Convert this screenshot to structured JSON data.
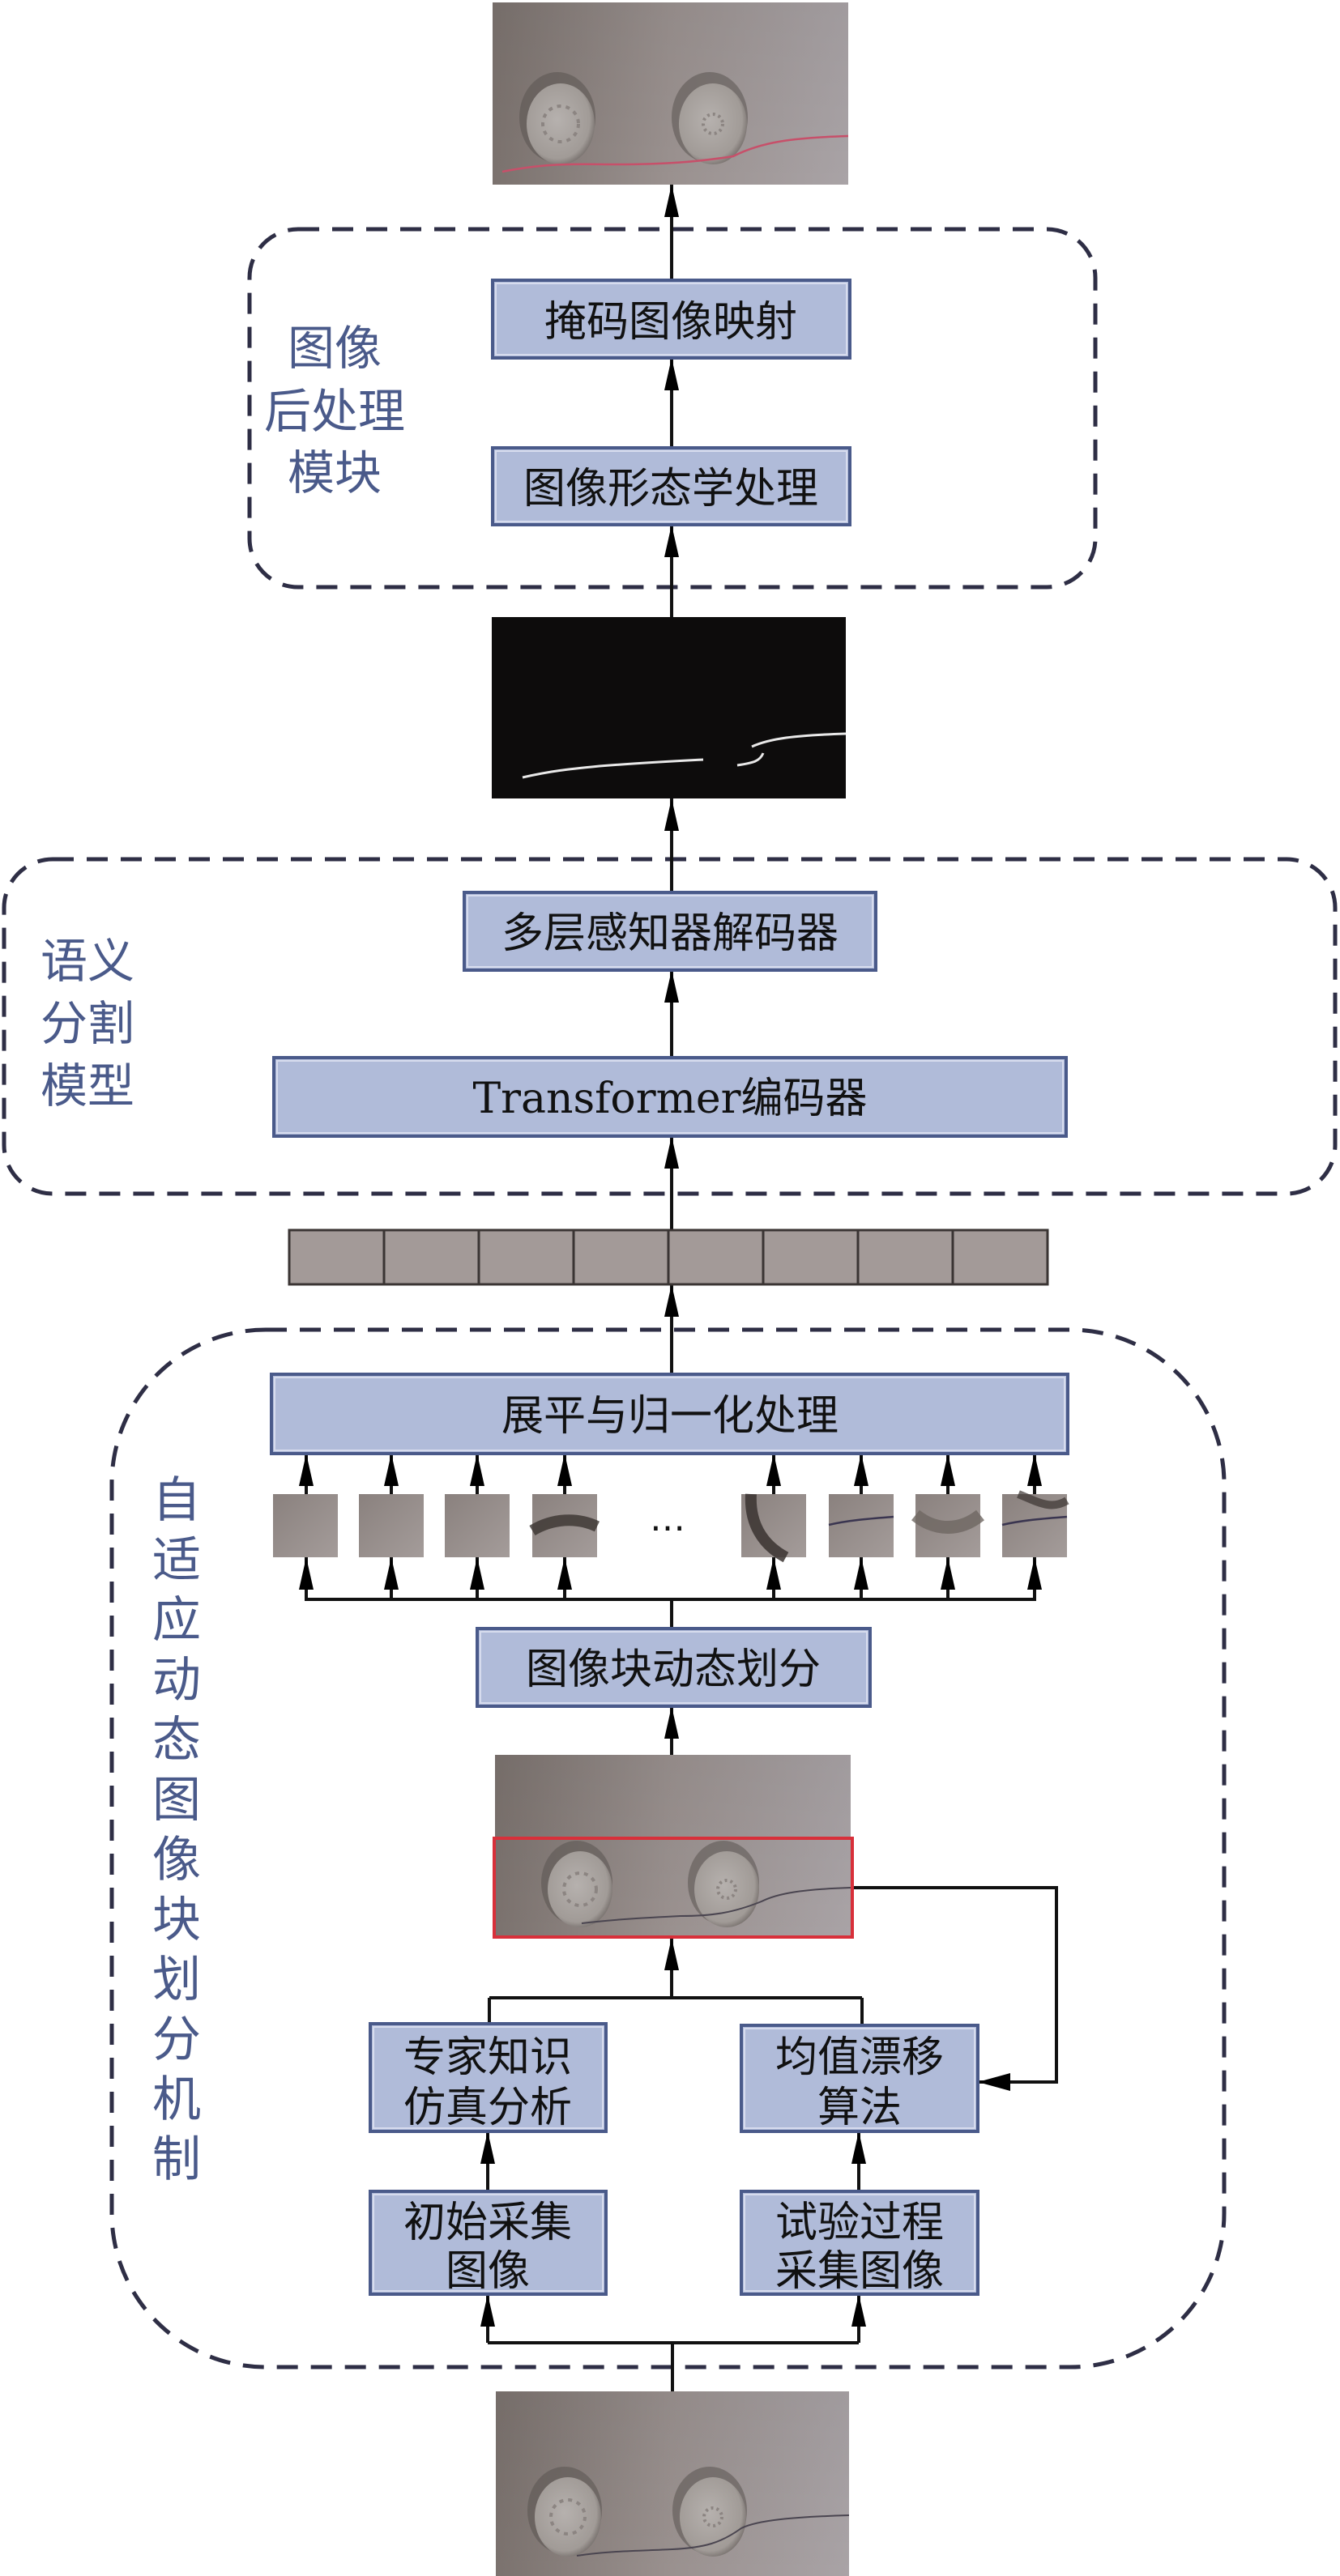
{
  "diagram": {
    "groups": {
      "post_processing": {
        "label_lines": [
          "图像",
          "后处理",
          "模块"
        ]
      },
      "semantic_segmentation": {
        "label_lines": [
          "语义",
          "分割",
          "模型"
        ]
      },
      "adaptive_patching": {
        "label_chars": [
          "自",
          "适",
          "应",
          "动",
          "态",
          "图",
          "像",
          "块",
          "划",
          "分",
          "机",
          "制"
        ]
      }
    },
    "nodes": {
      "mask_mapping": {
        "lines": [
          "掩码图像映射"
        ]
      },
      "morphology": {
        "lines": [
          "图像形态学处理"
        ]
      },
      "mlp_decoder": {
        "lines": [
          "多层感知器解码器"
        ]
      },
      "transformer_encoder": {
        "lines": [
          "Transformer编码器"
        ]
      },
      "flatten_normalize": {
        "lines": [
          "展平与归一化处理"
        ]
      },
      "dynamic_patch_division": {
        "lines": [
          "图像块动态划分"
        ]
      },
      "expert_knowledge": {
        "lines": [
          "专家知识",
          "仿真分析"
        ]
      },
      "mean_shift": {
        "lines": [
          "均值漂移",
          "算法"
        ]
      },
      "initial_images": {
        "lines": [
          "初始采集",
          "图像"
        ]
      },
      "test_process_images": {
        "lines": [
          "试验过程",
          "采集图像"
        ]
      }
    },
    "ellipsis": "…",
    "token_count": 8,
    "patch_count_shown": 8,
    "images": {
      "output_overlay": "crack-overlay-photo",
      "segmentation_mask": "binary-crack-mask",
      "roi_photo": "roi-highlighted-photo",
      "input_photo": "input-specimen-photo"
    },
    "colors": {
      "box_fill": "#b0bbd9",
      "box_border": "#4a5a8a",
      "group_label": "#4a5a8a",
      "dashed_border": "#2e2e45",
      "roi_border": "#d8303a",
      "token_fill": "#a39a98"
    }
  }
}
